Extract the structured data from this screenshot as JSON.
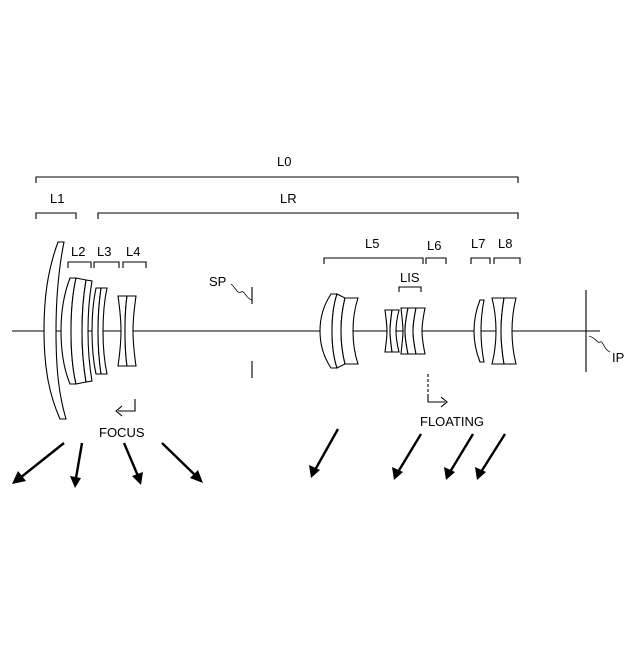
{
  "groups": {
    "l0": "L0",
    "l1": "L1",
    "lr": "LR",
    "l2": "L2",
    "l3": "L3",
    "l4": "L4",
    "l5": "L5",
    "l6": "L6",
    "lis": "LIS",
    "l7": "L7",
    "l8": "L8"
  },
  "stop_label": "SP",
  "image_plane_label": "IP",
  "focus_label": "FOCUS",
  "floating_label": "FLOATING"
}
